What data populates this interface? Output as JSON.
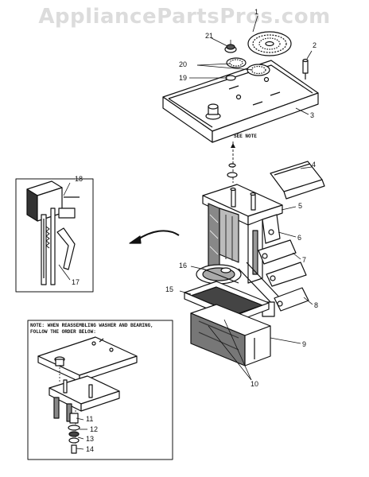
{
  "watermark": "AppliancePartsPros.com",
  "see_note": "SEE NOTE",
  "note": "NOTE: WHEN REASSEMBLING WASHER AND BEARING, FOLLOW THE ORDER BELOW:",
  "diagram_code": "",
  "callouts": [
    "1",
    "2",
    "3",
    "4",
    "5",
    "6",
    "7",
    "8",
    "9",
    "10",
    "15",
    "16",
    "17",
    "18",
    "19",
    "20",
    "21"
  ],
  "inset_callouts": [
    "11",
    "12",
    "13",
    "14"
  ]
}
